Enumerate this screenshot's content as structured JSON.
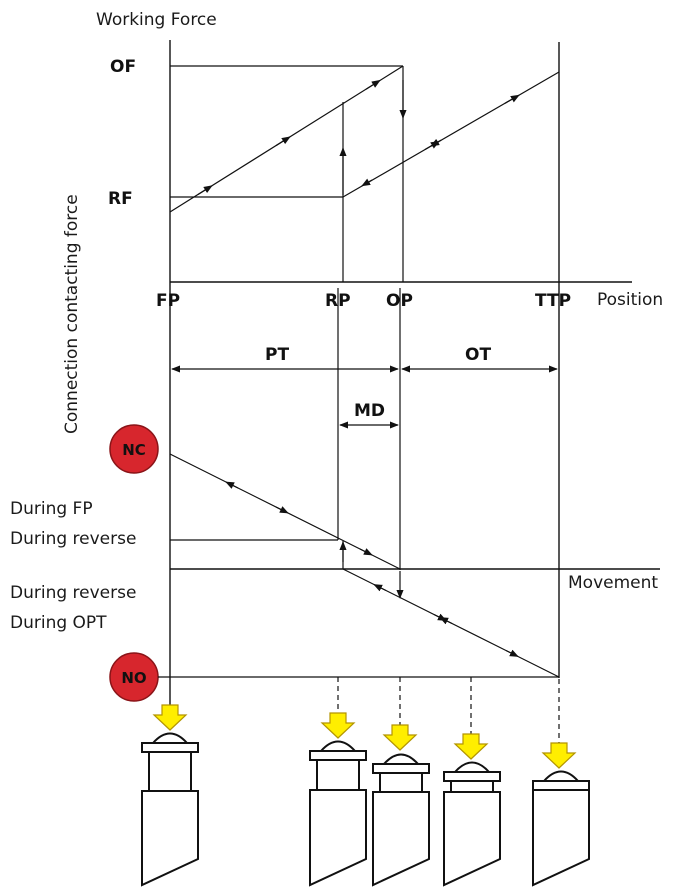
{
  "labels": {
    "working_force": "Working Force",
    "y_axis": "Connection contacting force",
    "position": "Position",
    "movement": "Movement",
    "of": "OF",
    "rf": "RF",
    "fp": "FP",
    "rp": "RP",
    "op": "OP",
    "ttp": "TTP",
    "pt": "PT",
    "ot": "OT",
    "md": "MD",
    "nc": "NC",
    "no": "NO",
    "during_fp": "During FP",
    "during_reverse_1": "During reverse",
    "during_reverse_2": "During reverse",
    "during_opt": "During OPT"
  },
  "colors": {
    "circle_fill": "#d7262d",
    "arrow_fill": "#ffee00",
    "arrow_stroke": "#b39500",
    "line": "#111111"
  },
  "icons": {
    "push_arrow": "push-arrow-icon",
    "switch_part": "switch-plunger-icon"
  }
}
